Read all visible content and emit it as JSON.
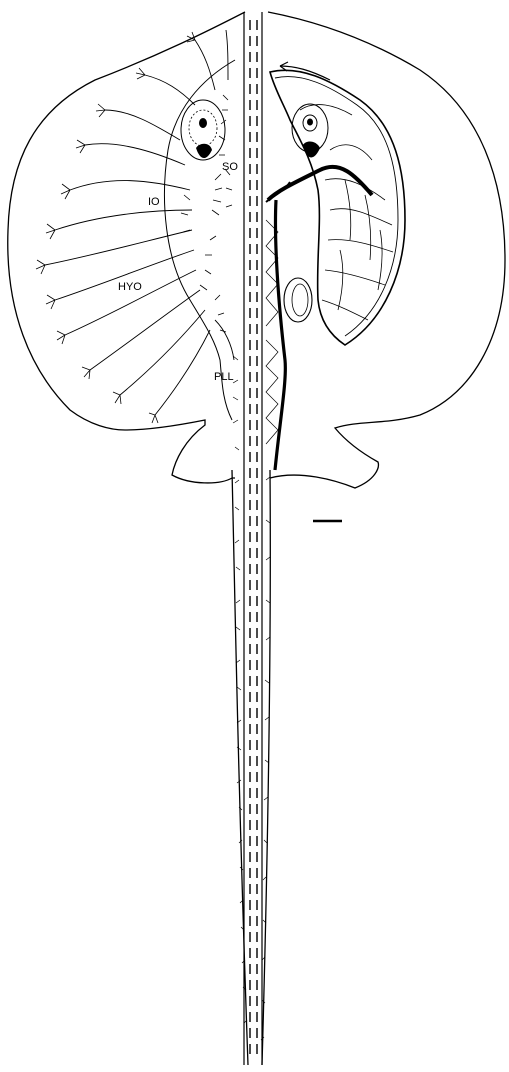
{
  "labels": {
    "so": "SO",
    "io": "IO",
    "hyo": "HYO",
    "pll": "PLL"
  },
  "colors": {
    "ink": "#000000",
    "paper": "#ffffff"
  }
}
